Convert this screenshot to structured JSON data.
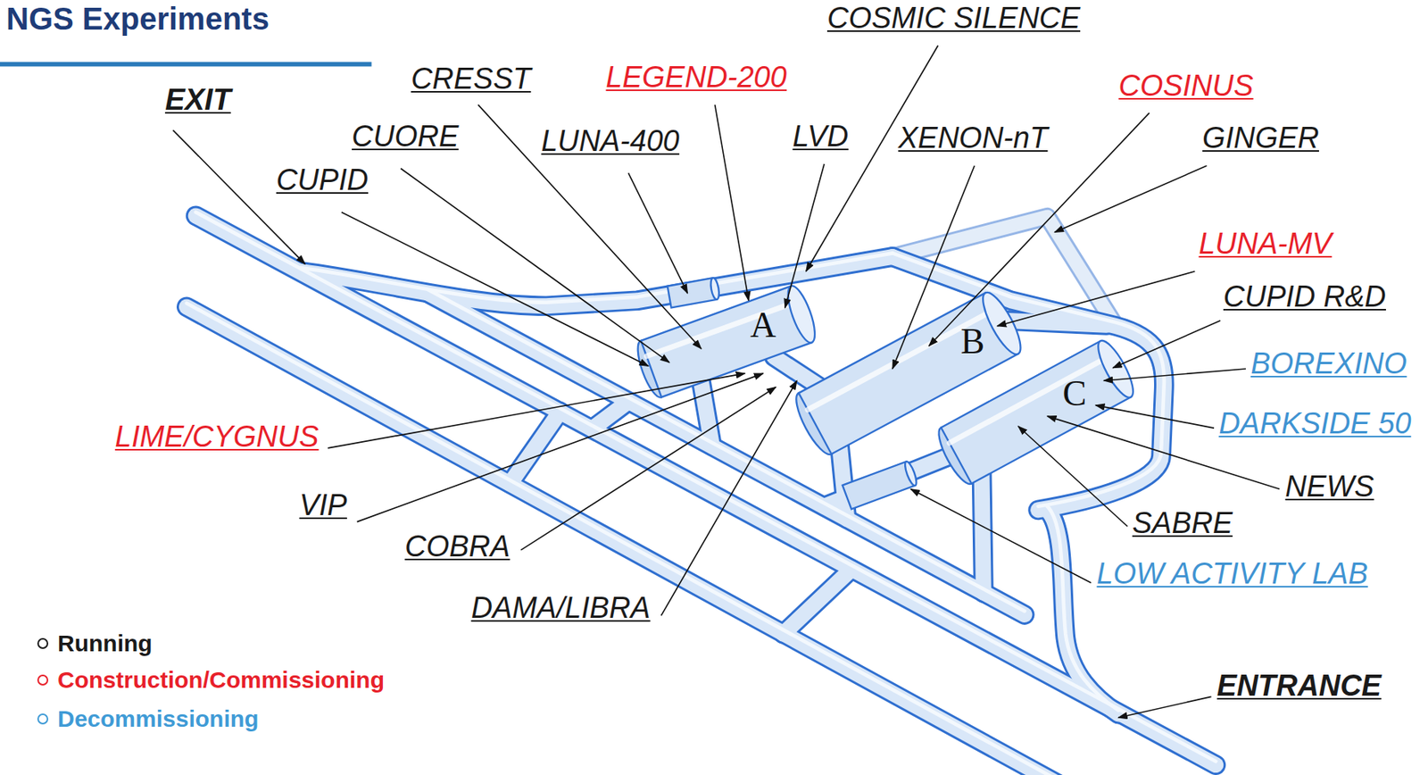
{
  "diagram": {
    "title": "NGS Experiments",
    "nodes": [
      {
        "text": [
          "A"
        ]
      },
      {
        "text": [
          "B"
        ]
      },
      {
        "text": [
          "C"
        ]
      }
    ],
    "labels": [
      "EXIT",
      "CUPID",
      "CUORE",
      "CRESST",
      "LUNA-400",
      "LEGEND-200",
      "LVD",
      "COSMIC SILENCE",
      "XENON-nT",
      "COSINUS",
      "GINGER",
      "LUNA-MV",
      "CUPID R&D",
      "BOREXINO",
      "DARKSIDE 50",
      "NEWS",
      "SABRE",
      "LOW ACTIVITY LAB",
      "ENTRANCE",
      "LIME/CYGNUS",
      "VIP",
      "COBRA",
      "DAMA/LIBRA"
    ],
    "legend": [
      {
        "text": "Running",
        "color": "#1a1a1a"
      },
      {
        "text": "Construction/Commissioning",
        "color": "#e8202a"
      },
      {
        "text": "Decommissioning",
        "color": "#3f9bd6"
      }
    ]
  }
}
